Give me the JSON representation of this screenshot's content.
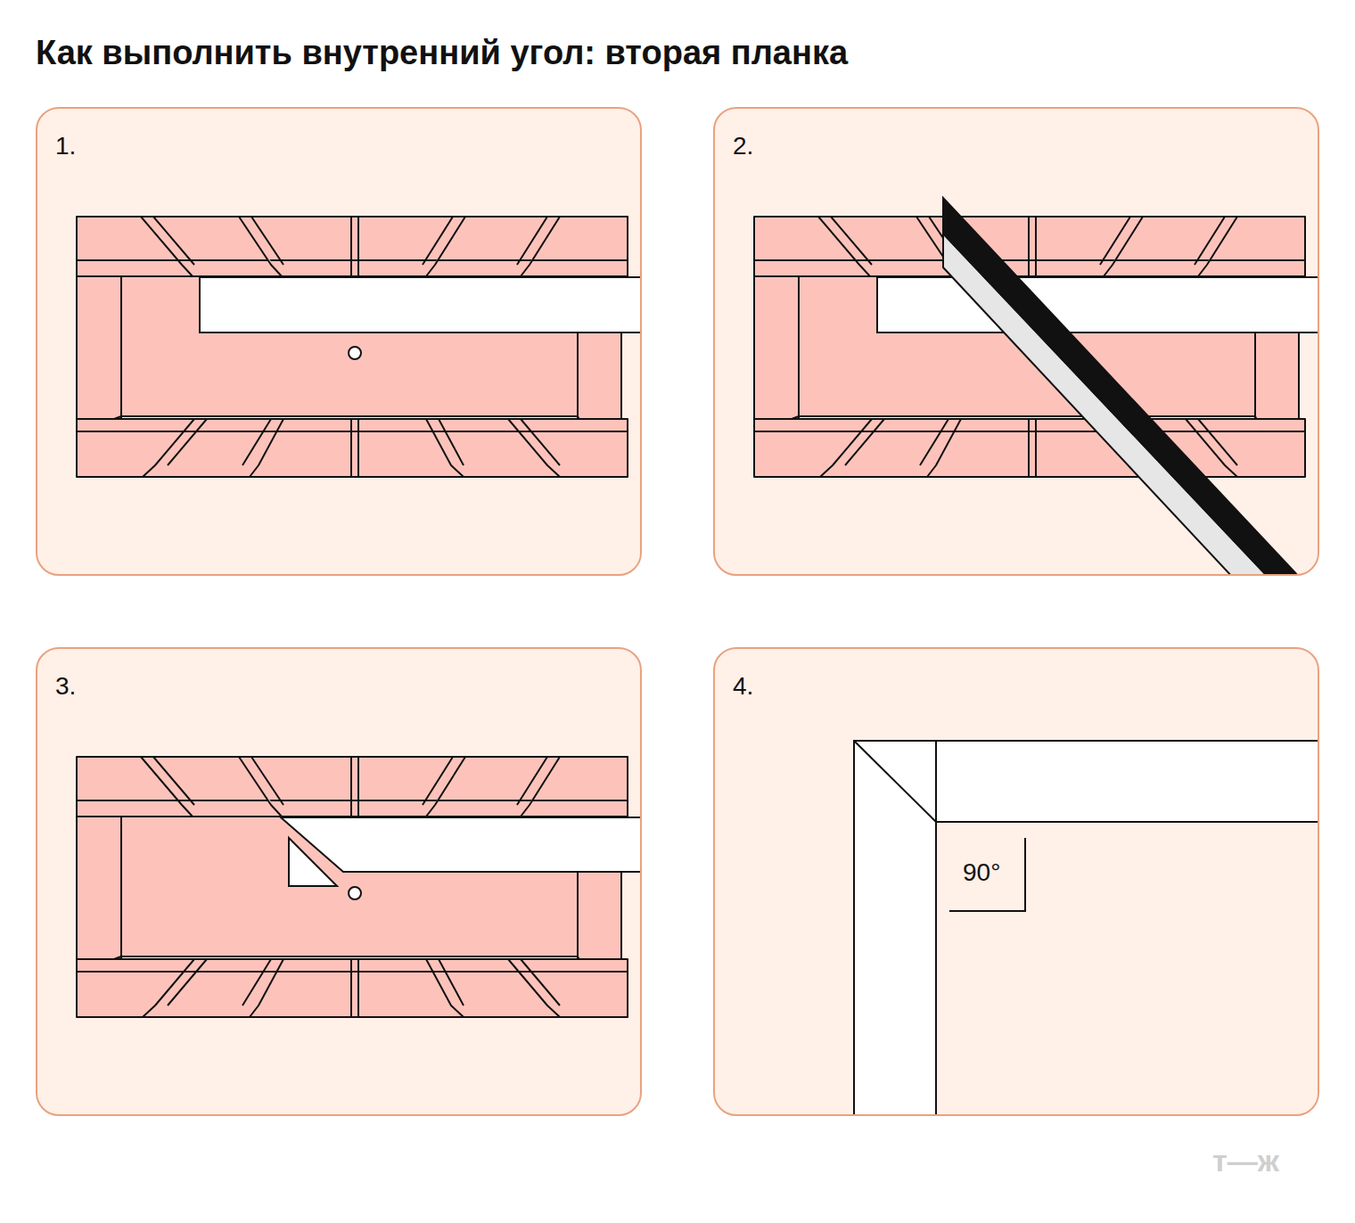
{
  "diagram": {
    "title": "Как выполнить внутренний угол: вторая планка",
    "nodes": [
      {
        "text": [
          "1."
        ]
      },
      {
        "text": [
          "2."
        ]
      },
      {
        "text": [
          "3."
        ]
      },
      {
        "text": [
          "4."
        ]
      }
    ],
    "labels": [
      "90°",
      "т—ж"
    ]
  }
}
